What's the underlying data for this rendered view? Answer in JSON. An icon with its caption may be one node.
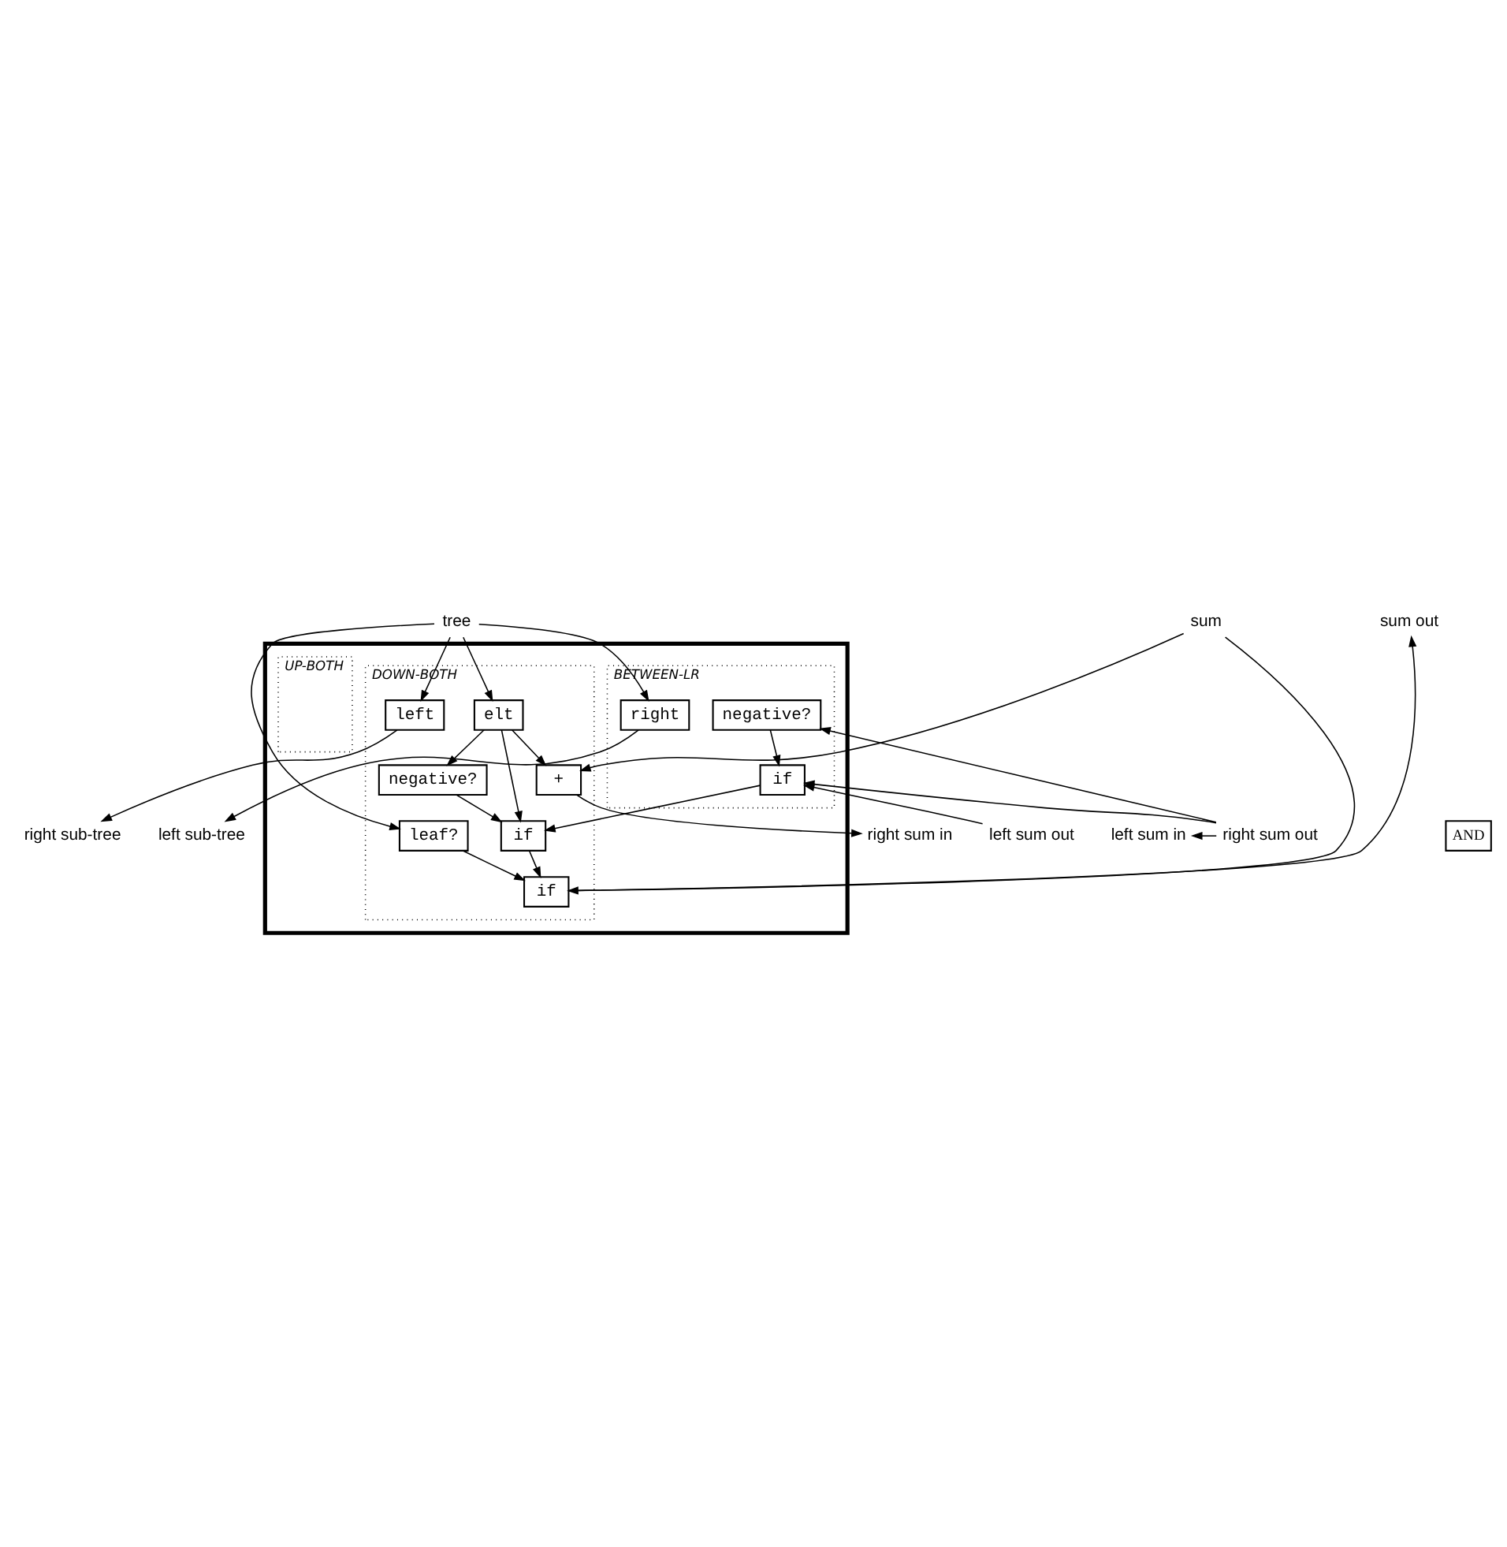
{
  "diagram": {
    "nodes": [
      {
        "text": [],
        "shape": "box"
      },
      {
        "text": [
          "DOWN-BOTH"
        ],
        "in": 0
      },
      {
        "text": [
          "BETWEEN-LR"
        ],
        "in": 0
      },
      {
        "text": [
          "UP-BOTH"
        ],
        "in": 0
      },
      {
        "text": [
          "leaf?"
        ],
        "in": 1
      },
      {
        "text": [
          "if"
        ],
        "in": 1
      },
      {
        "text": [
          "elt"
        ],
        "in": 1
      },
      {
        "text": [
          "negative?"
        ],
        "in": 1
      },
      {
        "text": [
          "if"
        ],
        "in": 1
      },
      {
        "text": [
          "+"
        ],
        "in": 1
      },
      {
        "text": [
          "left"
        ],
        "in": 1
      },
      {
        "text": [
          "negative?"
        ],
        "in": 2
      },
      {
        "text": [
          "if"
        ],
        "in": 2
      },
      {
        "text": [
          "right"
        ],
        "in": 2
      },
      {
        "text": [
          "AND"
        ]
      },
      {
        "text": [
          "sum"
        ]
      },
      {
        "text": [
          "tree"
        ]
      },
      {
        "text": [
          "sum out"
        ]
      },
      {
        "text": [
          "right sum in"
        ]
      },
      {
        "text": [
          "right sub-tree"
        ]
      },
      {
        "text": [
          "right sum out"
        ]
      },
      {
        "text": [
          "left sum in"
        ]
      },
      {
        "text": [
          "left sub-tree"
        ]
      },
      {
        "text": [
          "left sum out"
        ]
      }
    ],
    "edges": [
      {
        "from": 15,
        "to": 9,
        "arrow": "to"
      },
      {
        "from": 15,
        "to": 5,
        "arrow": "to"
      },
      {
        "from": 16,
        "to": 4,
        "arrow": "to"
      },
      {
        "from": 16,
        "to": 6,
        "arrow": "to"
      },
      {
        "from": 16,
        "to": 10,
        "arrow": "to"
      },
      {
        "from": 16,
        "to": 13,
        "arrow": "to"
      },
      {
        "from": 4,
        "to": 5,
        "arrow": "to"
      },
      {
        "from": 6,
        "to": 7,
        "arrow": "to"
      },
      {
        "from": 6,
        "to": 8,
        "arrow": "to"
      },
      {
        "from": 6,
        "to": 9,
        "arrow": "to"
      },
      {
        "from": 7,
        "to": 8,
        "arrow": "to"
      },
      {
        "from": 8,
        "to": 5,
        "arrow": "to"
      },
      {
        "from": 12,
        "to": 8,
        "arrow": "to"
      },
      {
        "from": 5,
        "to": 17,
        "arrow": "to"
      },
      {
        "from": 9,
        "to": 18,
        "arrow": "to"
      },
      {
        "from": 10,
        "to": 19,
        "arrow": "to"
      },
      {
        "from": 20,
        "to": 11,
        "arrow": "to"
      },
      {
        "from": 20,
        "to": 12,
        "arrow": "to"
      },
      {
        "from": 20,
        "to": 21,
        "arrow": "to"
      },
      {
        "from": 11,
        "to": 12,
        "arrow": "to"
      },
      {
        "from": 13,
        "to": 22,
        "arrow": "to"
      },
      {
        "from": 23,
        "to": 12,
        "arrow": "to"
      }
    ]
  }
}
